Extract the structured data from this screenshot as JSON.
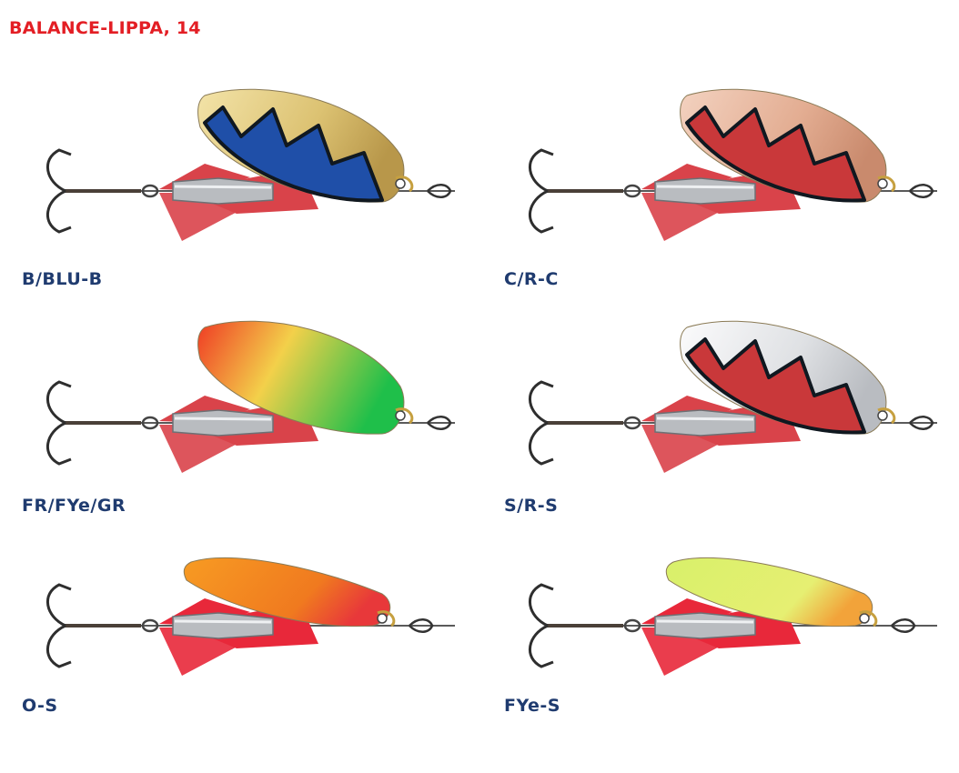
{
  "title": "BALANCE-LIPPA, 14",
  "lures": [
    {
      "code": "B/BLU-B",
      "blade": "gold",
      "pattern": "blue",
      "tail": "#d9434a"
    },
    {
      "code": "C/R-C",
      "blade": "copper",
      "pattern": "red",
      "tail": "#d9434a"
    },
    {
      "code": "FR/FYe/GR",
      "blade": "fluoro",
      "pattern": "none",
      "tail": "#d9434a"
    },
    {
      "code": "S/R-S",
      "blade": "silver",
      "pattern": "red",
      "tail": "#d9434a"
    },
    {
      "code": "O-S",
      "blade": "orange",
      "pattern": "none",
      "tail": "#e8283a"
    },
    {
      "code": "FYe-S",
      "blade": "yellow",
      "pattern": "none",
      "tail": "#e8283a"
    }
  ],
  "colors": {
    "title": "#e31e24",
    "code": "#1f3b6f",
    "gold": "#e2c679",
    "copper": "#e6b49b",
    "silver": "#e4e6e8",
    "blue": "#1f4fa8",
    "red": "#c9383a"
  }
}
